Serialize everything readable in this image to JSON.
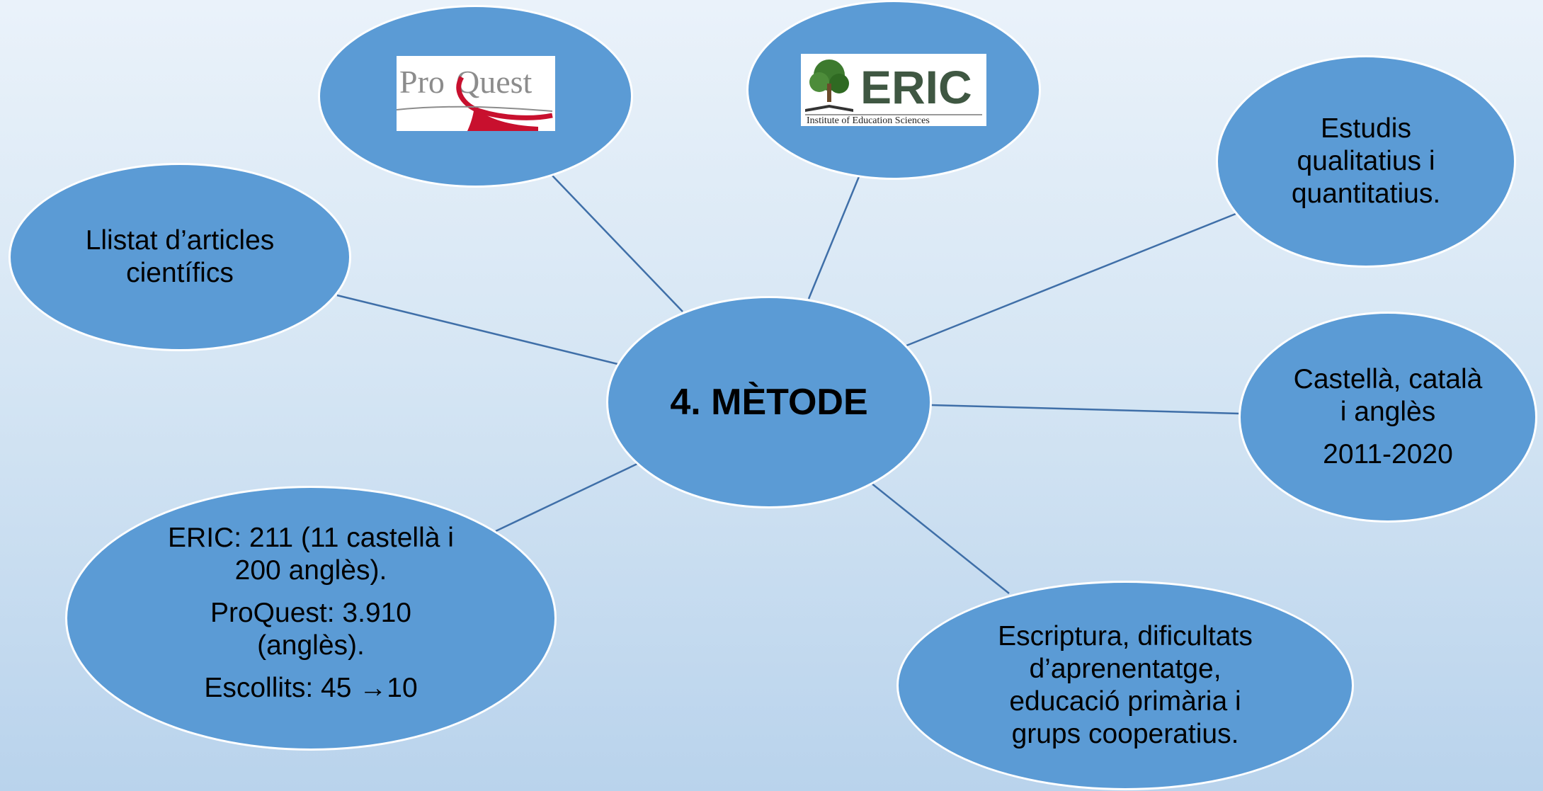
{
  "center": {
    "title": "4. MÈTODE"
  },
  "nodes": {
    "llistat": {
      "line1": "Llistat d’articles",
      "line2": "científics"
    },
    "proquest_logo": {
      "text": "ProQuest",
      "icon": "proquest-logo"
    },
    "eric_logo": {
      "text": "ERIC",
      "subtitle": "Institute of Education Sciences",
      "icon": "eric-tree-logo"
    },
    "estudis": {
      "line1": "Estudis",
      "line2": "qualitatius i",
      "line3": "quantitatius."
    },
    "idiomes": {
      "line1": "Castellà, català",
      "line2": "i anglès",
      "line3": "2011-2020"
    },
    "keywords": {
      "line1": "Escriptura, dificultats",
      "line2": "d’aprenentatge,",
      "line3": "educació primària i",
      "line4": "grups cooperatius."
    },
    "resultats": {
      "line1": "ERIC: 211 (11 castellà i",
      "line2": "200 anglès).",
      "line3": "ProQuest: 3.910",
      "line4": "(anglès).",
      "line5": "Escollits: 45 →10"
    }
  },
  "colors": {
    "node_fill": "#5b9bd5",
    "node_border": "#ffffff",
    "connector": "#3f6fa8"
  }
}
